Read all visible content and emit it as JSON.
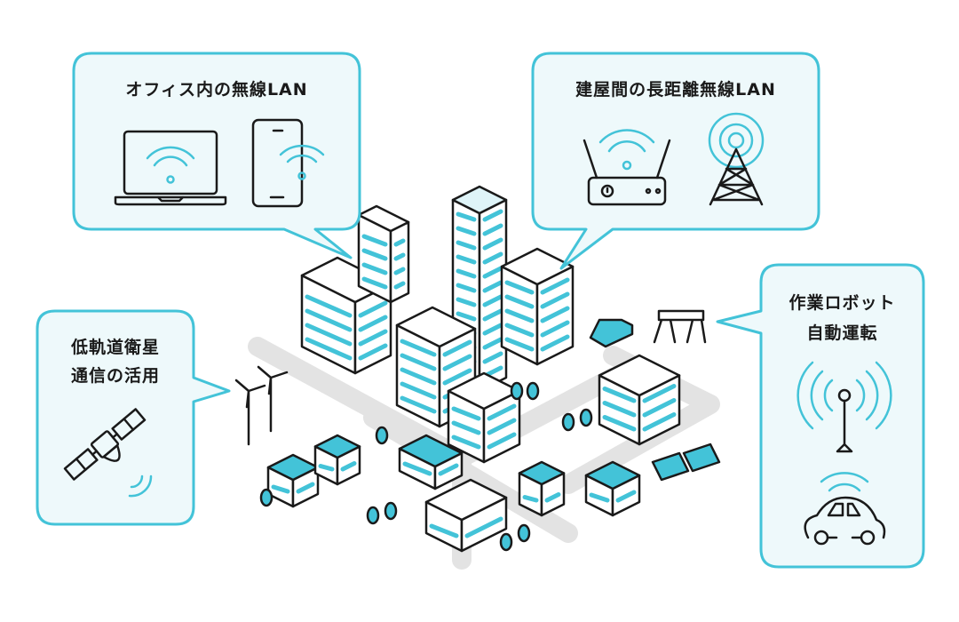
{
  "colors": {
    "accent": "#43c3d8",
    "bubble_fill": "#eef9fb",
    "ink": "#1a1a1a",
    "road": "#e3e3e3"
  },
  "bubbles": {
    "office_wifi": {
      "title": "オフィス内の無線LAN",
      "icons": [
        "laptop-wifi-icon",
        "smartphone-wifi-icon"
      ]
    },
    "long_range": {
      "title": "建屋間の長距離無線LAN",
      "icons": [
        "router-icon",
        "radio-tower-icon"
      ]
    },
    "satellite": {
      "title_line1": "低軌道衛星",
      "title_line2": "通信の活用",
      "icons": [
        "satellite-icon"
      ]
    },
    "robot": {
      "title_line1": "作業ロボット",
      "title_line2": "自動運転",
      "icons": [
        "antenna-icon",
        "connected-car-icon"
      ]
    }
  }
}
